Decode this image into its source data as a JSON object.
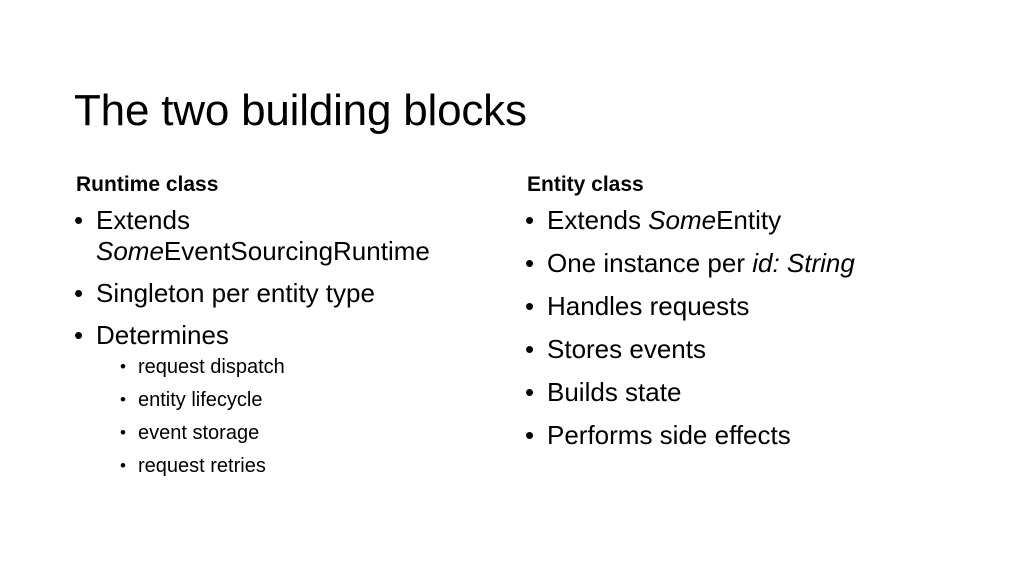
{
  "slide": {
    "title": "The two building blocks",
    "background_color": "#ffffff",
    "text_color": "#000000"
  },
  "columns": {
    "left": {
      "heading": "Runtime class",
      "bullets": [
        {
          "prefix": "Extends ",
          "italic": "Some",
          "suffix": "EventSourcingRuntime",
          "full_text": "Extends SomeEventSourcingRuntime"
        },
        {
          "prefix": "Singleton per entity type",
          "italic": "",
          "suffix": "",
          "full_text": "Singleton per entity type"
        },
        {
          "prefix": "Determines",
          "italic": "",
          "suffix": "",
          "full_text": "Determines",
          "sub_bullets": [
            "request dispatch",
            "entity lifecycle",
            "event storage",
            "request retries"
          ]
        }
      ]
    },
    "right": {
      "heading": "Entity class",
      "bullets": [
        {
          "prefix": "Extends ",
          "italic": "Some",
          "suffix": "Entity",
          "full_text": "Extends SomeEntity"
        },
        {
          "prefix": "One instance per ",
          "italic": "id: String",
          "suffix": "",
          "full_text": "One instance per id: String"
        },
        {
          "prefix": "Handles requests",
          "italic": "",
          "suffix": "",
          "full_text": "Handles requests"
        },
        {
          "prefix": "Stores events",
          "italic": "",
          "suffix": "",
          "full_text": "Stores events"
        },
        {
          "prefix": "Builds state",
          "italic": "",
          "suffix": "",
          "full_text": "Builds state"
        },
        {
          "prefix": "Performs side effects",
          "italic": "",
          "suffix": "",
          "full_text": "Performs side effects"
        }
      ]
    }
  }
}
